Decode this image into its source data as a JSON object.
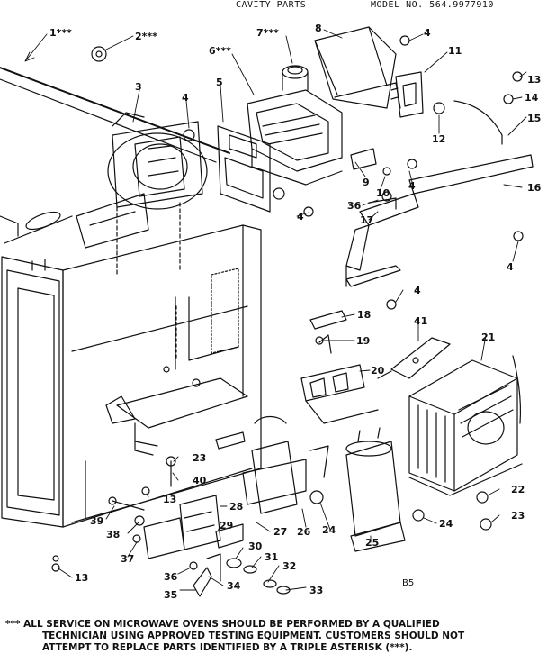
{
  "header": {
    "title": "CAVITY PARTS",
    "model": "MODEL NO. 564.9977910"
  },
  "callouts": {
    "c1": "1***",
    "c2": "2***",
    "c3": "3",
    "c4": "4",
    "c5": "5",
    "c6": "6***",
    "c7": "7***",
    "c8": "8",
    "c9": "9",
    "c10": "10",
    "c11": "11",
    "c12": "12",
    "c13": "13",
    "c14": "14",
    "c15": "15",
    "c16": "16",
    "c17": "17",
    "c18": "18",
    "c19": "19",
    "c20": "20",
    "c21": "21",
    "c22": "22",
    "c23": "23",
    "c24": "24",
    "c25": "25",
    "c26": "26",
    "c27": "27",
    "c28": "28",
    "c29": "29",
    "c30": "30",
    "c31": "31",
    "c32": "32",
    "c33": "33",
    "c34": "34",
    "c35": "35",
    "c36": "36",
    "c37": "37",
    "c38": "38",
    "c39": "39",
    "c40": "40",
    "c41": "41"
  },
  "ref_code": "B5",
  "note": {
    "line1": "*** ALL SERVICE ON MICROWAVE OVENS SHOULD BE PERFORMED BY A QUALIFIED",
    "line2": "TECHNICIAN USING APPROVED TESTING EQUIPMENT. CUSTOMERS SHOULD NOT",
    "line3": "ATTEMPT TO REPLACE PARTS IDENTIFIED BY A TRIPLE ASTERISK (***)."
  }
}
